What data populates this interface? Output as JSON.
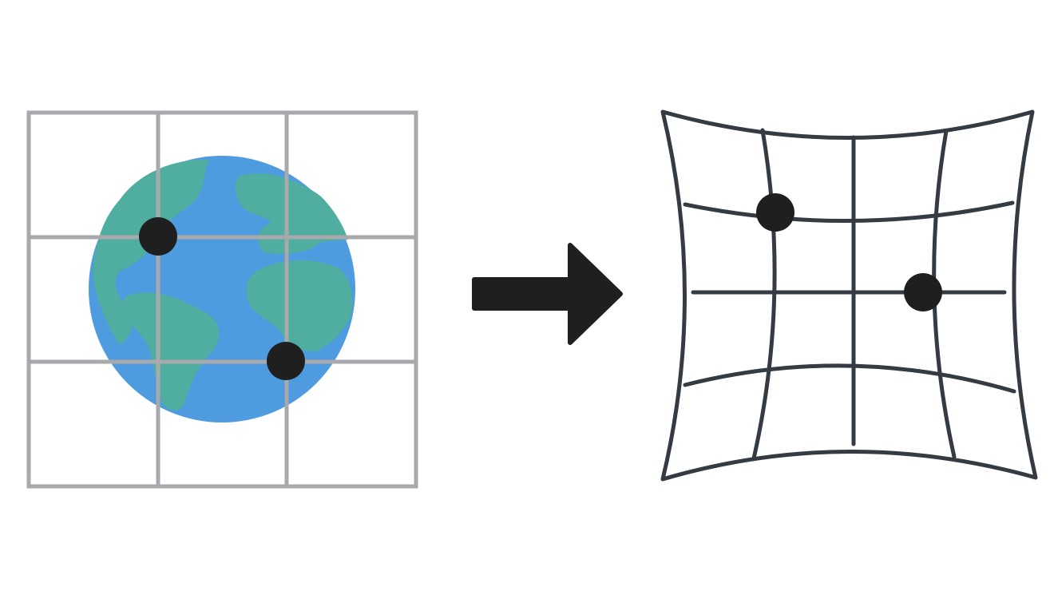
{
  "diagram": {
    "type": "projection-warp-illustration",
    "colors": {
      "background": "#ffffff",
      "ocean": "#4f9be0",
      "land": "#4fae9f",
      "source_grid": "#a7a9ac",
      "target_grid": "#343b43",
      "markers": "#1f1f1f",
      "arrow": "#1f1f1f"
    },
    "source": {
      "grid_rows": 3,
      "grid_cols": 3,
      "marker_count": 2,
      "icon": "globe-icon"
    },
    "arrow": {
      "icon": "right-arrow-icon"
    },
    "target": {
      "grid_rows": 4,
      "grid_cols": 4,
      "marker_count": 2,
      "distortion": "pincushion"
    }
  }
}
